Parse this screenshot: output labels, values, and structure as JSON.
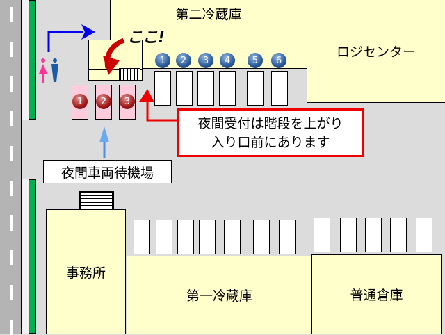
{
  "buildings": {
    "cold_storage_2": "第二冷蔵庫",
    "logistics_center": "ロジセンター",
    "office": "事務所",
    "cold_storage_1": "第一冷蔵庫",
    "general_warehouse": "普通倉庫"
  },
  "here_label": "ここ!",
  "callout": {
    "line1": "夜間受付は階段を上がり",
    "line2": "入り口前にあります"
  },
  "waiting_area_label": "夜間車両待機場",
  "top_bays": [
    "1",
    "2",
    "3",
    "4",
    "5",
    "6"
  ],
  "night_bays": [
    "1",
    "2",
    "3"
  ],
  "colors": {
    "building": "#ffffcc",
    "callout_border": "#ee0000",
    "ground": "#dcdcdc",
    "green_strip": "#00b050"
  }
}
